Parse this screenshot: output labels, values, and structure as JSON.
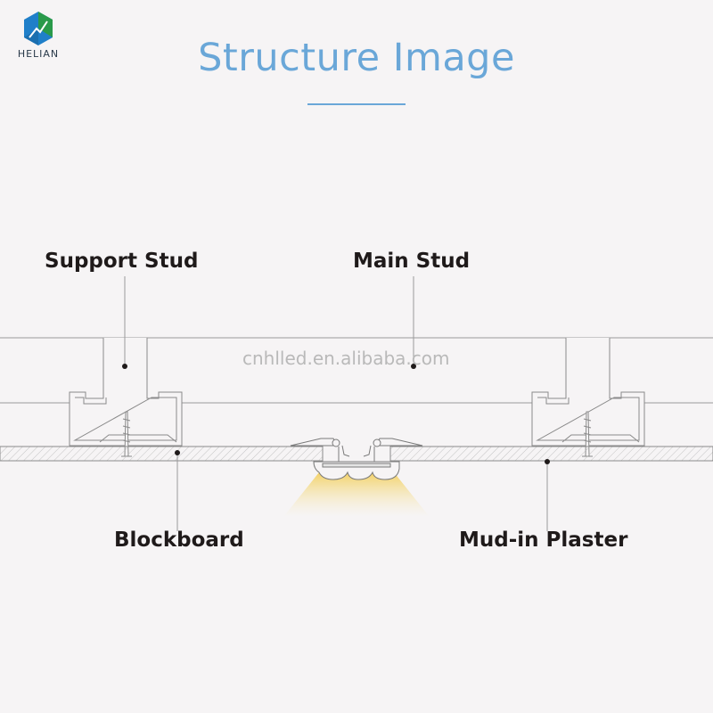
{
  "brand": {
    "name": "HELIAN",
    "icon": "helian-logo-icon"
  },
  "title": "Structure Image",
  "labels": {
    "support_stud": "Support Stud",
    "main_stud": "Main Stud",
    "blockboard": "Blockboard",
    "mud_in_plaster": "Mud-in Plaster"
  },
  "watermark": "cnhlled.en.alibaba.com",
  "colors": {
    "title": "#6aa7d8",
    "label": "#1f1a1a",
    "line": "#9a9a9a",
    "light_glow": "#f3d37a",
    "background": "#f6f4f5"
  }
}
